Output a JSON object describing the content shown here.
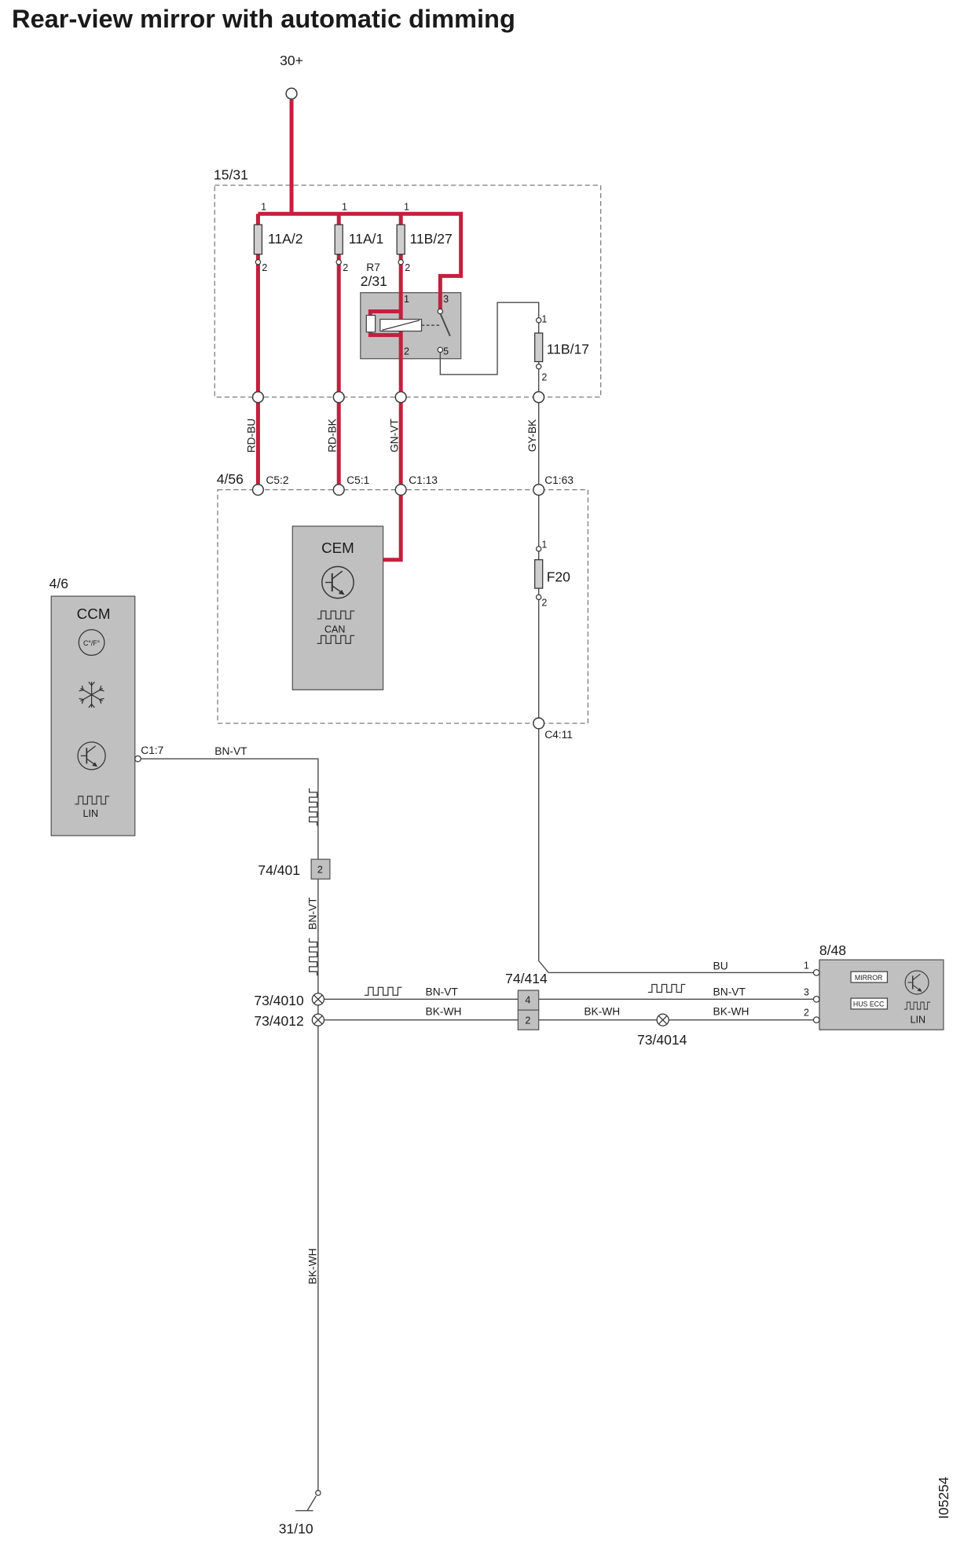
{
  "title": "Rear-view mirror with automatic dimming",
  "supply_label": "30+",
  "ground_label": "31/10",
  "drawing_code": "I05254",
  "colors": {
    "power_wire": "#c41f3e",
    "module_fill": "#c0c0c0"
  },
  "fuse_box": {
    "id": "15/31",
    "fuses": [
      {
        "name": "11A/2",
        "pin_in": "1",
        "pin_out": "2"
      },
      {
        "name": "11A/1",
        "pin_in": "1",
        "pin_out": "2"
      },
      {
        "name": "11B/27",
        "pin_in": "1",
        "pin_out": "2"
      },
      {
        "name": "11B/17",
        "pin_in": "1",
        "pin_out": "2"
      }
    ],
    "relay": {
      "name": "R7",
      "id": "2/31",
      "pins": {
        "coil_in": "1",
        "coil_out": "2",
        "switch_in": "3",
        "switch_out": "5"
      }
    }
  },
  "wires_upper": [
    "RD-BU",
    "RD-BK",
    "GN-VT",
    "GY-BK"
  ],
  "cem_box": {
    "id": "4/56",
    "connectors": [
      "C5:2",
      "C5:1",
      "C1:13",
      "C1:63"
    ],
    "output_connector": "C4:11",
    "module": "CEM",
    "bus": "CAN",
    "fuse": {
      "name": "F20",
      "pin_in": "1",
      "pin_out": "2"
    }
  },
  "ccm": {
    "id": "4/6",
    "module": "CCM",
    "temp_unit": "C°/F°",
    "bus": "LIN",
    "connector": "C1:7"
  },
  "mirror": {
    "id": "8/48",
    "features": [
      "MIRROR",
      "HUS ECC"
    ],
    "bus": "LIN",
    "pins": [
      "1",
      "3",
      "2"
    ]
  },
  "connectors": {
    "c74_401": {
      "id": "74/401",
      "pin": "2"
    },
    "c74_414": {
      "id": "74/414",
      "pins": [
        "4",
        "2"
      ]
    }
  },
  "splices": [
    "73/4010",
    "73/4012",
    "73/4014"
  ],
  "wire_labels": {
    "ccm_lin": "BN-VT",
    "ccm_lin_vertical": "BN-VT",
    "lin_left": "BN-VT",
    "lin_right": "BN-VT",
    "ground_left": "BK-WH",
    "ground_mid": "BK-WH",
    "ground_right": "BK-WH",
    "ground_main": "BK-WH",
    "supply_mirror": "BU"
  }
}
